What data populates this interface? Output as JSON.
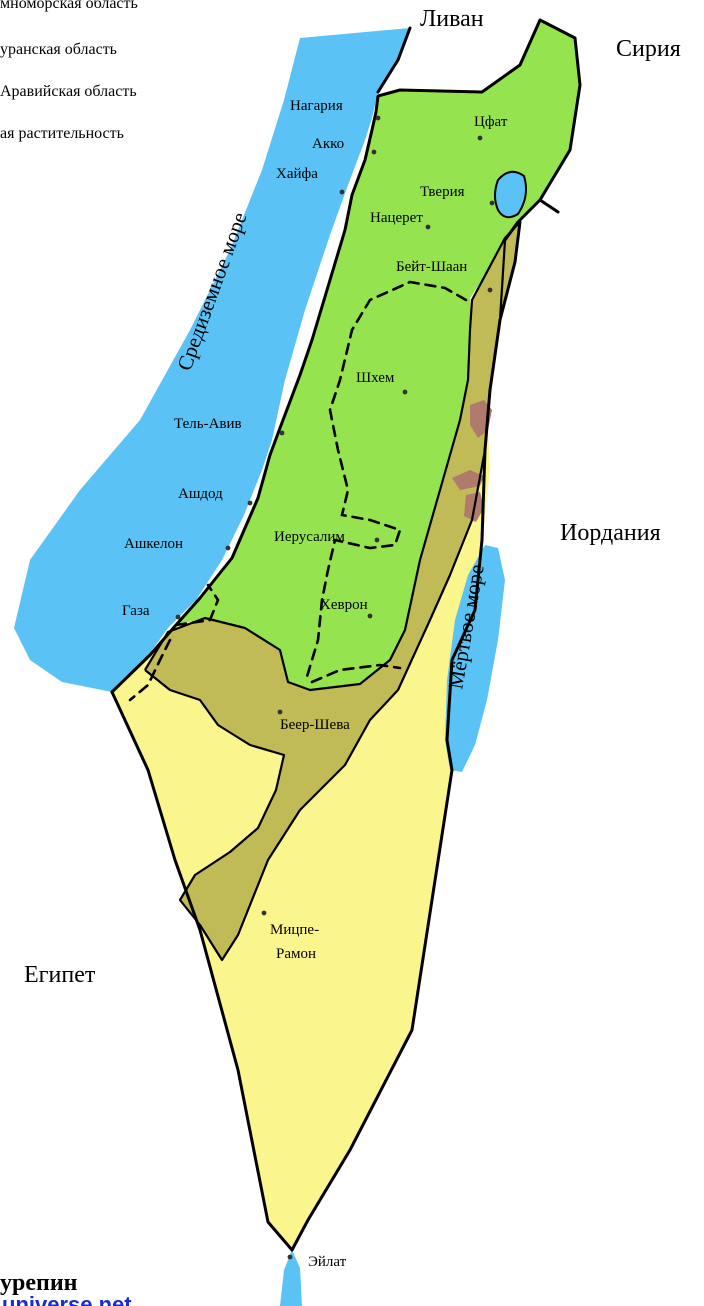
{
  "legend": [
    {
      "label": "мноморская область",
      "color": "#95e34f"
    },
    {
      "label": "уранская область",
      "color": "#c0bb56"
    },
    {
      "label": "Аравийская область",
      "color": "#fbf58d"
    },
    {
      "label": "ая растительность",
      "color": "#b07a6c"
    }
  ],
  "countries": {
    "lebanon": "Ливан",
    "syria": "Сирия",
    "jordan": "Иордания",
    "egypt": "Египет"
  },
  "seas": {
    "mediterranean": "Средиземное море",
    "dead_sea": "Мёртвое море"
  },
  "cities": {
    "nahariya": "Нагария",
    "akko": "Акко",
    "haifa": "Хайфа",
    "tsfat": "Цфат",
    "tiberias": "Тверия",
    "nazareth": "Нацерет",
    "beit_shean": "Бейт-Шаан",
    "shechem": "Шхем",
    "tel_aviv": "Тель-Авив",
    "ashdod": "Ашдод",
    "ashkelon": "Ашкелон",
    "jerusalem": "Иерусалим",
    "hebron": "Хеврон",
    "gaza": "Газа",
    "beer_sheva": "Беер-Шева",
    "mitzpe_ramon_1": "Мицпе-",
    "mitzpe_ramon_2": "Рамон",
    "eilat": "Эйлат"
  },
  "footer": {
    "author": "урепин",
    "link": "universe.net"
  },
  "colors": {
    "sea": "#5ac2f5",
    "mediterranean_zone": "#95e34f",
    "turanian_zone": "#c0bb56",
    "arabian_zone": "#fbf58d",
    "relict_vegetation": "#b07a6c"
  }
}
